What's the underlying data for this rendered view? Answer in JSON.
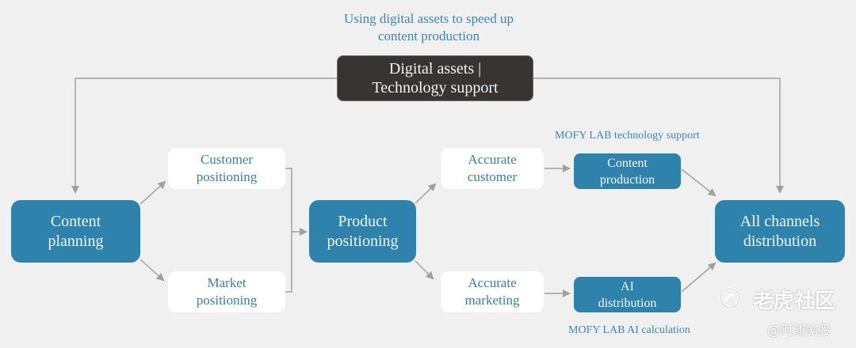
{
  "top_caption": [
    "Using digital assets to speed up",
    "content production"
  ],
  "support_box": [
    "Digital assets |",
    "Technology support"
  ],
  "nodes": {
    "content_planning": [
      "Content",
      "planning"
    ],
    "customer_positioning": [
      "Customer",
      "positioning"
    ],
    "market_positioning": [
      "Market",
      "positioning"
    ],
    "product_positioning": [
      "Product",
      "positioning"
    ],
    "accurate_customer": [
      "Accurate",
      "customer"
    ],
    "accurate_marketing": [
      "Accurate",
      "marketing"
    ],
    "content_production": [
      "Content",
      "production"
    ],
    "ai_distribution": [
      "AI",
      "distribution"
    ],
    "all_channels": [
      "All channels",
      "distribution"
    ]
  },
  "labels": {
    "tech_support": "MOFY LAB technology support",
    "ai_calc": "MOFY LAB AI calculation"
  },
  "watermark": {
    "site": "老虎社区",
    "author": "@阿浦美股"
  },
  "colors": {
    "primary_blue": "#2f82ab",
    "dark_box": "#373432",
    "caption_blue": "#3a87b2",
    "arrow_gray": "#a0a0a0"
  }
}
